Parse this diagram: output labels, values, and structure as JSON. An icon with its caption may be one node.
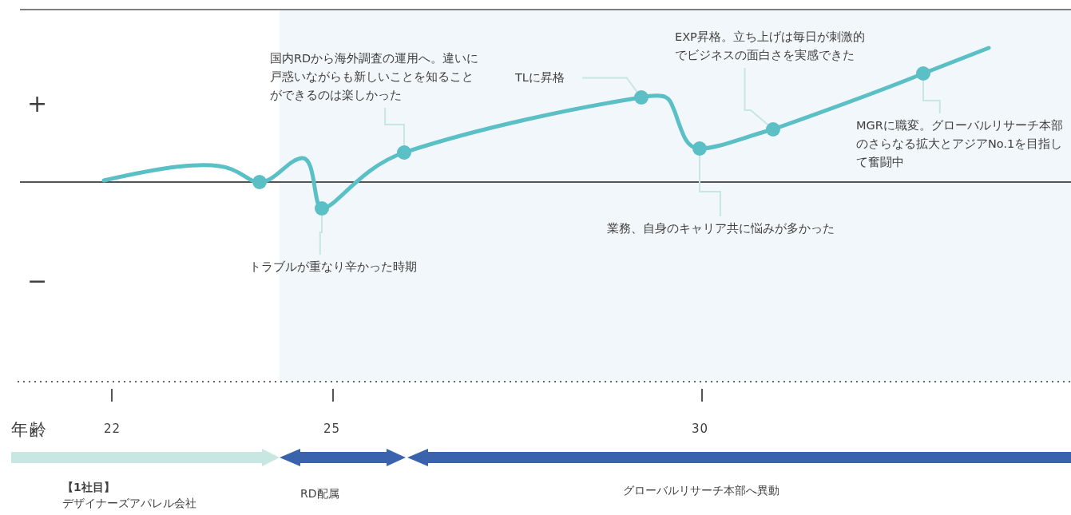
{
  "diagram": {
    "nodes": [
      {
        "text": [
          "国内RDから海外調査の運用へ。違いに戸惑いながらも新しいことを知ることができるのは楽しかった"
        ]
      },
      {
        "text": [
          "TLに昇格"
        ]
      },
      {
        "text": [
          "EXP昇格。立ち上げは毎日が刺激的でビジネスの面白さを実感できた"
        ]
      },
      {
        "text": [
          "MGRに職変。グローバルリサーチ本部のさらなる拡大とアジアNo.1を目指して奮闘中"
        ]
      },
      {
        "text": [
          "業務、自身のキャリア共に悩みが多かった"
        ]
      },
      {
        "text": [
          "トラブルが重なり辛かった時期"
        ]
      },
      {
        "text": [],
        "shape": "circle"
      },
      {
        "text": [],
        "shape": "circle"
      },
      {
        "text": [],
        "shape": "circle"
      },
      {
        "text": [],
        "shape": "circle"
      },
      {
        "text": [],
        "shape": "circle"
      },
      {
        "text": [],
        "shape": "circle"
      },
      {
        "text": [],
        "shape": "circle"
      }
    ],
    "edges": [
      {
        "from": 0,
        "to": 8,
        "arrow": "none"
      },
      {
        "from": 1,
        "to": 9,
        "arrow": "none"
      },
      {
        "from": 2,
        "to": 11,
        "arrow": "none"
      },
      {
        "from": 3,
        "to": 12,
        "arrow": "none"
      },
      {
        "from": 4,
        "to": 10,
        "arrow": "none"
      },
      {
        "from": 5,
        "to": 7,
        "arrow": "none"
      }
    ],
    "labels": [
      "+",
      "−",
      "年齢",
      "22",
      "25",
      "30",
      "【1社目】",
      "デザイナーズアパレル会社",
      "RD配属",
      "グローバルリサーチ本部へ異動"
    ]
  }
}
